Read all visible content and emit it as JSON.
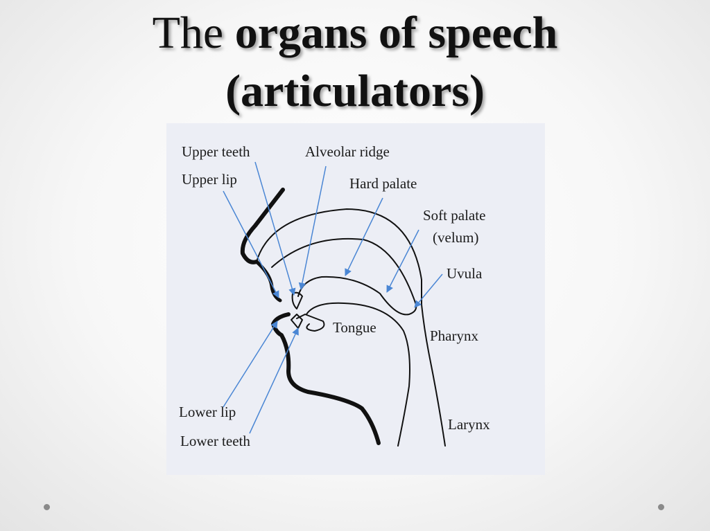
{
  "title": {
    "prefix": "The",
    "emphasis": "organs of speech",
    "line2": "(articulators)"
  },
  "diagram": {
    "labels": {
      "upper_teeth": "Upper teeth",
      "upper_lip": "Upper lip",
      "alveolar_ridge": "Alveolar ridge",
      "hard_palate": "Hard palate",
      "soft_palate": "Soft palate",
      "velum": "(velum)",
      "uvula": "Uvula",
      "tongue": "Tongue",
      "pharynx": "Pharynx",
      "lower_lip": "Lower lip",
      "lower_teeth": "Lower teeth",
      "larynx": "Larynx"
    },
    "colors": {
      "arrow": "#4a86d4",
      "outline": "#111111"
    }
  },
  "decor": {
    "corner_dots": [
      "bullet-dot",
      "bullet-dot"
    ]
  }
}
